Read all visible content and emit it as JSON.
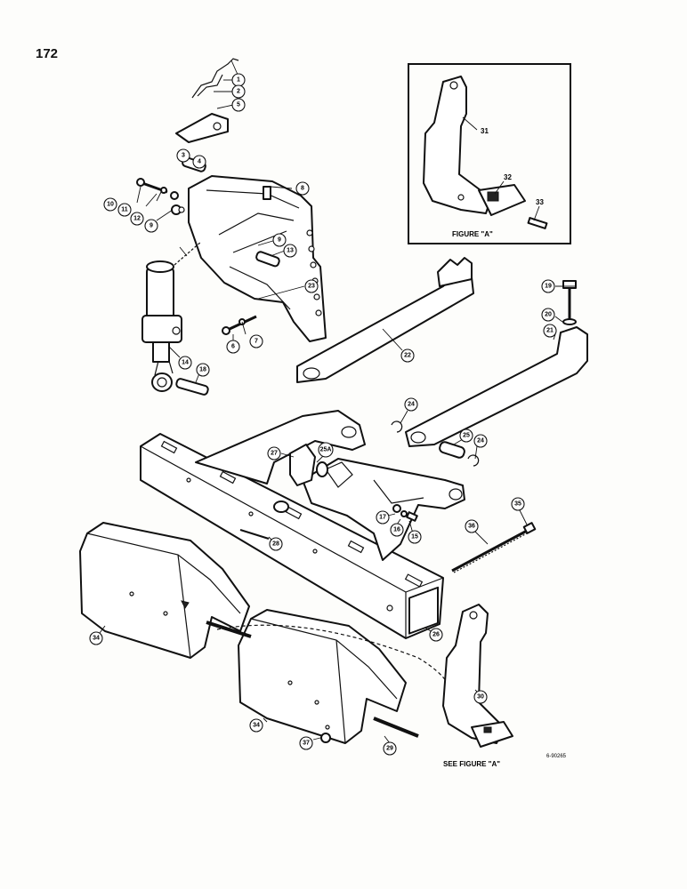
{
  "page_number": "172",
  "inset": {
    "caption": "FIGURE \"A\""
  },
  "see_figure_label": "SEE FIGURE \"A\"",
  "drawing_code": "6-90265",
  "callouts": [
    "1",
    "2",
    "3",
    "4",
    "5",
    "6",
    "7",
    "8",
    "9",
    "9",
    "10",
    "11",
    "12",
    "13",
    "14",
    "15",
    "16",
    "17",
    "18",
    "19",
    "20",
    "21",
    "22",
    "23",
    "24",
    "24",
    "25",
    "26",
    "27",
    "28",
    "29",
    "30",
    "31",
    "32",
    "33",
    "34",
    "34",
    "35",
    "36",
    "37",
    "25A"
  ]
}
